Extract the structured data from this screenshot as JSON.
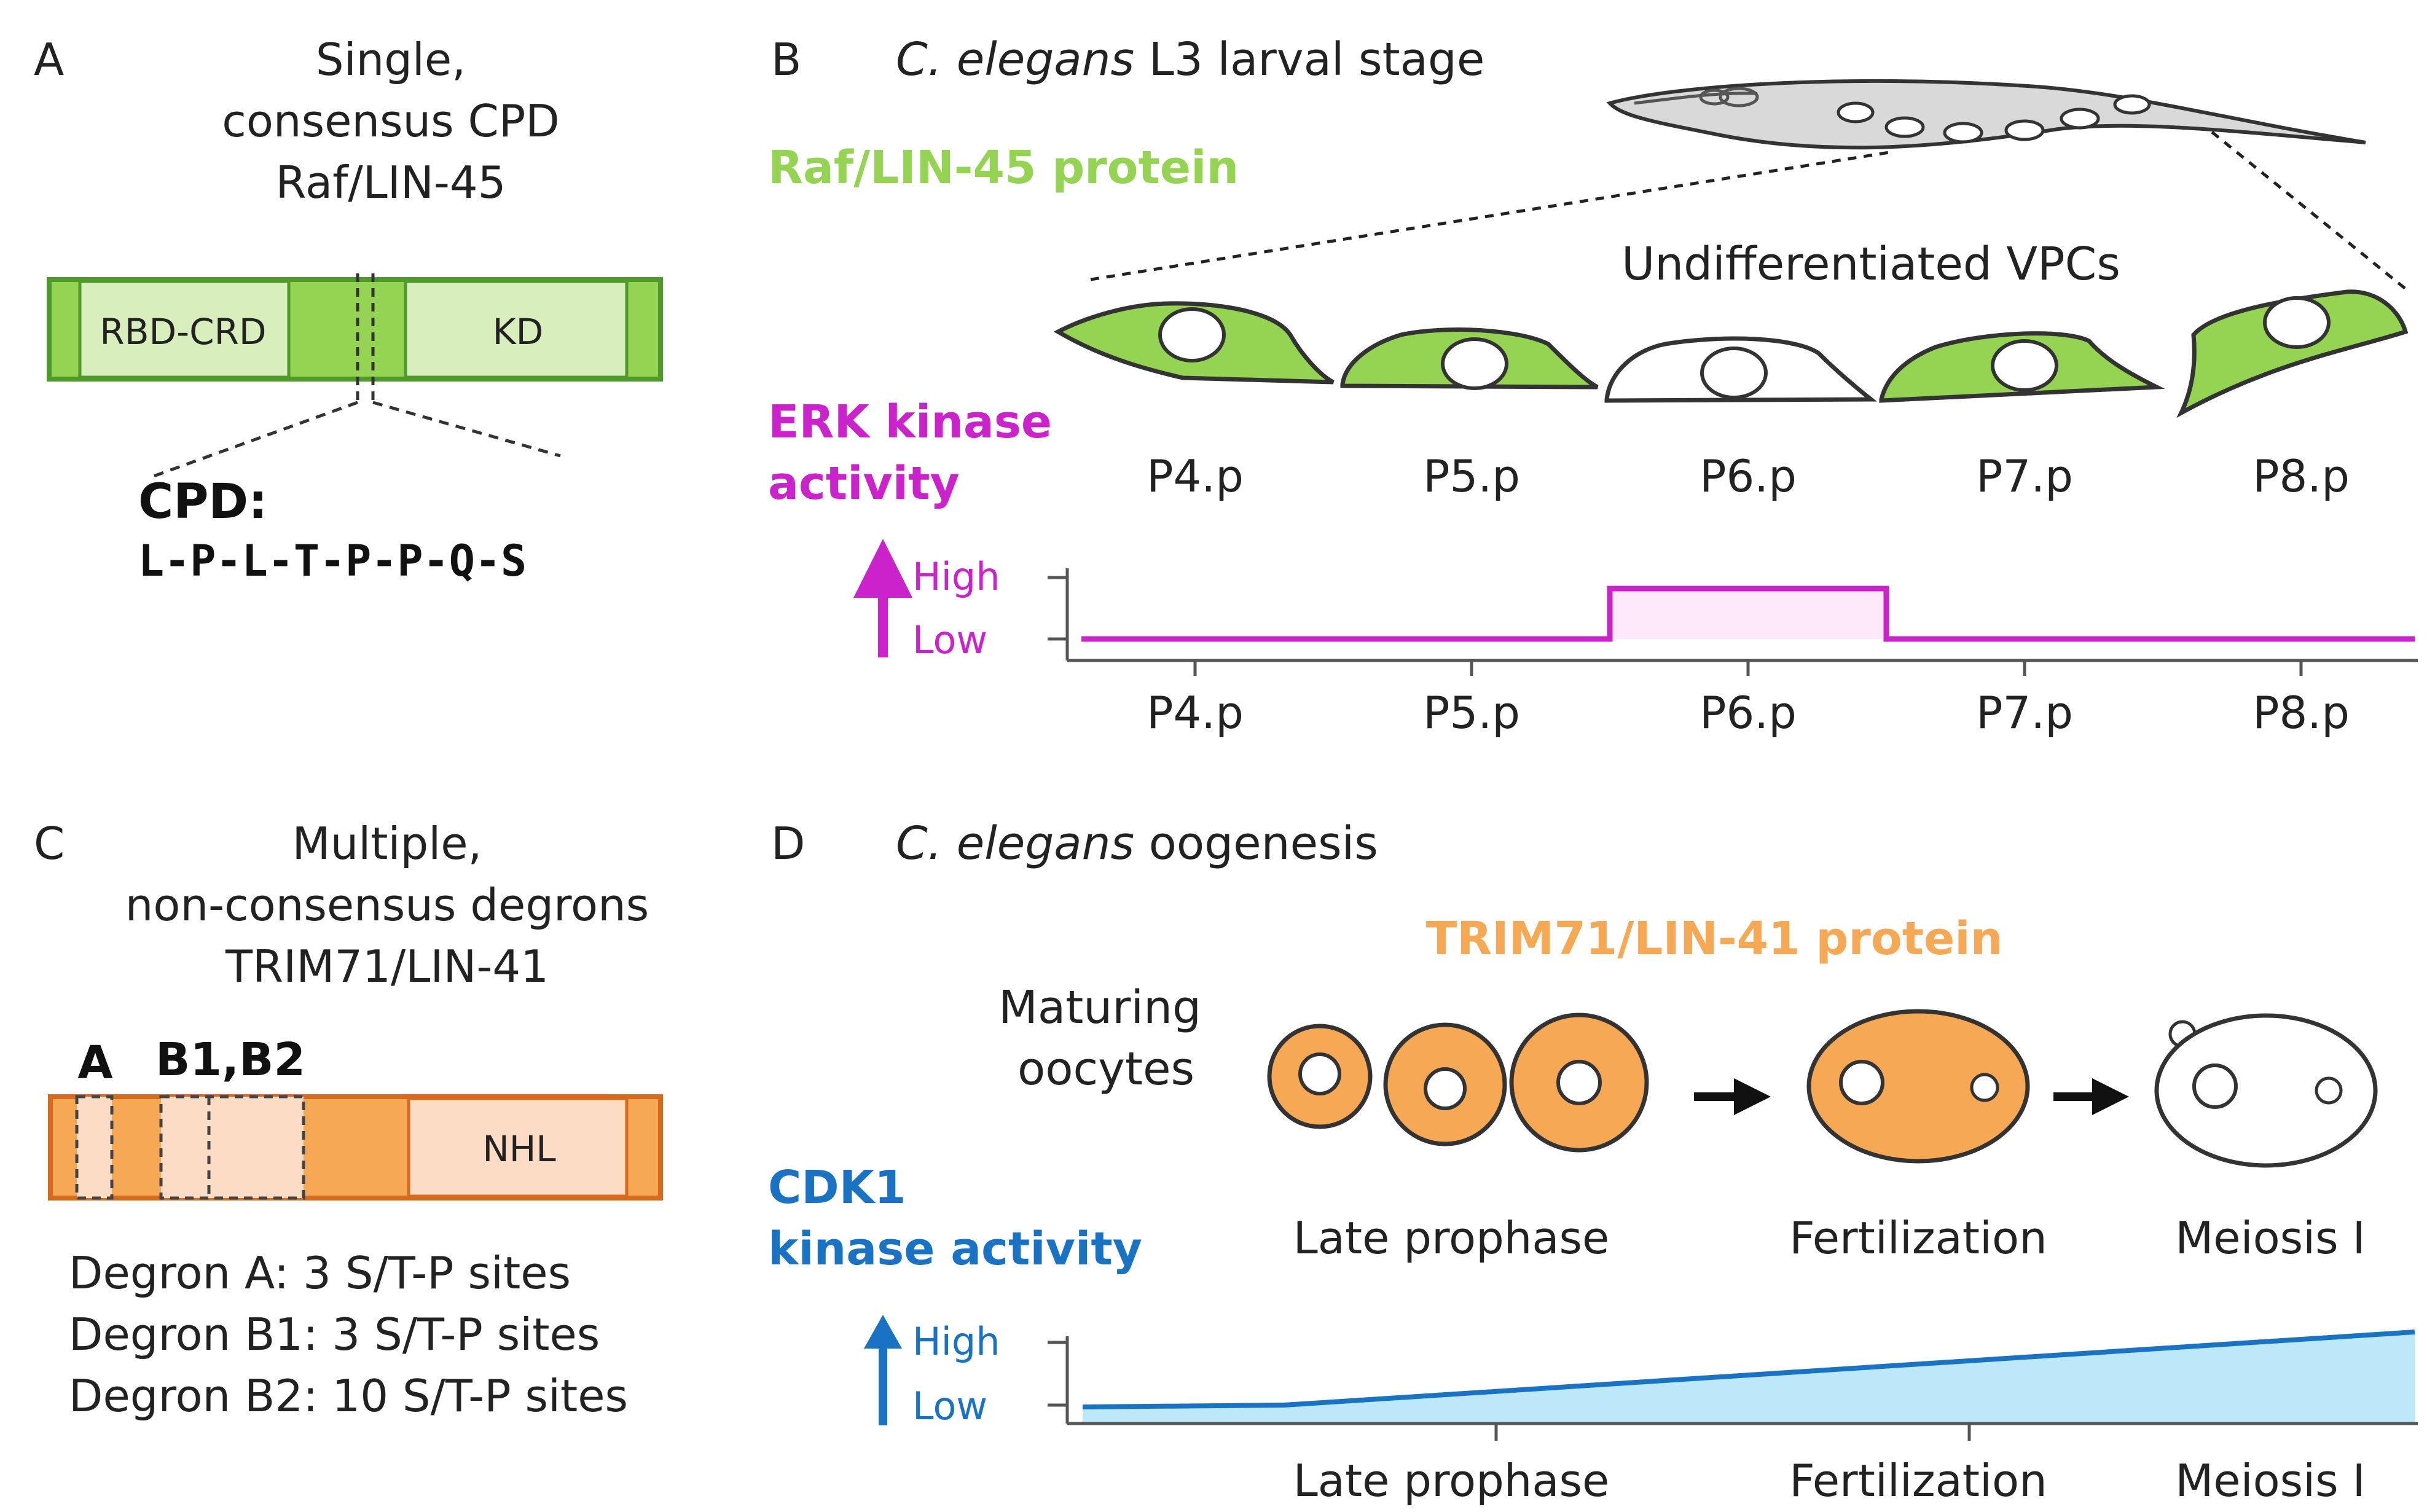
{
  "colors": {
    "raf_green": "#94d452",
    "raf_green_light": "#d8eebd",
    "raf_green_dark": "#4e9a2a",
    "erk_magenta": "#cc22cc",
    "erk_fill": "#fde8fa",
    "trim_orange": "#f6a855",
    "trim_orange_light": "#fcdcc4",
    "trim_orange_dark": "#d86a1e",
    "cdk_blue": "#1a72c4",
    "cdk_fill": "#bde8fa",
    "axis_gray": "#555555",
    "text_dark": "#222222"
  },
  "panel_a": {
    "letter": "A",
    "title_lines": [
      "Single,",
      "consensus CPD",
      "Raf/LIN-45"
    ],
    "domain_left": "RBD-CRD",
    "domain_right": "KD",
    "cpd_label": "CPD:",
    "cpd_sequence": "L-P-L-T-P-P-Q-S"
  },
  "panel_b": {
    "letter": "B",
    "title_italic": "C. elegans",
    "title_rest": " L3 larval stage",
    "protein_label": "Raf/LIN-45 protein",
    "cells_label": "Undifferentiated VPCs",
    "activity_label_lines": [
      "ERK kinase",
      "activity"
    ],
    "high_label": "High",
    "low_label": "Low",
    "cells": [
      "P4.p",
      "P5.p",
      "P6.p",
      "P7.p",
      "P8.p"
    ],
    "x_ticks": [
      "P4.p",
      "P5.p",
      "P6.p",
      "P7.p",
      "P8.p"
    ],
    "cell_has_raf": [
      true,
      true,
      false,
      true,
      true
    ]
  },
  "panel_c": {
    "letter": "C",
    "title_lines": [
      "Multiple,",
      "non-consensus degrons",
      "TRIM71/LIN-41"
    ],
    "degron_a_label": "A",
    "degron_b_label": "B1,B2",
    "domain_label": "NHL",
    "degron_lines": [
      "Degron A: 3 S/T-P sites",
      "Degron B1: 3 S/T-P sites",
      "Degron B2: 10 S/T-P sites"
    ]
  },
  "panel_d": {
    "letter": "D",
    "title_italic": "C. elegans",
    "title_rest": " oogenesis",
    "protein_label": "TRIM71/LIN-41 protein",
    "oocyte_label_lines": [
      "Maturing",
      "oocytes"
    ],
    "activity_label_lines": [
      "CDK1",
      "kinase activity"
    ],
    "high_label": "High",
    "low_label": "Low",
    "stages": [
      "Late prophase",
      "Fertilization",
      "Meiosis I"
    ],
    "x_ticks": [
      "Late prophase",
      "Fertilization",
      "Meiosis I"
    ]
  },
  "chart_data": [
    {
      "type": "line",
      "title": "ERK kinase activity",
      "categories": [
        "P4.p",
        "P5.p",
        "P6.p",
        "P7.p",
        "P8.p"
      ],
      "levels": [
        "Low",
        "Low",
        "High",
        "Low",
        "Low"
      ],
      "y_tick_labels": [
        "Low",
        "High"
      ]
    },
    {
      "type": "area",
      "title": "CDK1 kinase activity",
      "categories": [
        "Late prophase",
        "Fertilization",
        "Meiosis I"
      ],
      "trend": "increasing",
      "y_tick_labels": [
        "Low",
        "High"
      ]
    }
  ]
}
